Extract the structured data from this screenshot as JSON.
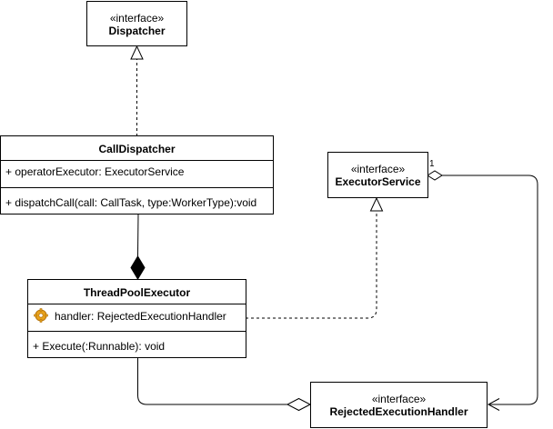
{
  "dispatcher": {
    "stereotype": "«interface»",
    "name": "Dispatcher"
  },
  "call_dispatcher": {
    "name": "CallDispatcher",
    "attribute": "+ operatorExecutor: ExecutorService",
    "operation": "+ dispatchCall(call: CallTask, type:WorkerType):void"
  },
  "executor_service": {
    "stereotype": "«interface»",
    "name": "ExecutorService",
    "multiplicity": "1"
  },
  "thread_pool_executor": {
    "name": "ThreadPoolExecutor",
    "attribute": "handler: RejectedExecutionHandler",
    "attribute_icon": "gear-icon",
    "operation": "+ Execute(:Runnable): void"
  },
  "rejected_handler": {
    "stereotype": "«interface»",
    "name": "RejectedExecutionHandler"
  },
  "relations": [
    {
      "from": "CallDispatcher",
      "to": "Dispatcher",
      "kind": "realization"
    },
    {
      "from": "ThreadPoolExecutor",
      "to": "ExecutorService",
      "kind": "realization"
    },
    {
      "from": "CallDispatcher",
      "to": "ThreadPoolExecutor",
      "kind": "composition"
    },
    {
      "from": "RejectedExecutionHandler",
      "to": "ThreadPoolExecutor",
      "kind": "aggregation"
    },
    {
      "from": "ExecutorService",
      "to": "RejectedExecutionHandler",
      "kind": "aggregation-arrow"
    }
  ],
  "colors": {
    "line": "#000000",
    "fill": "#ffffff",
    "gear": "#e8a21c"
  }
}
